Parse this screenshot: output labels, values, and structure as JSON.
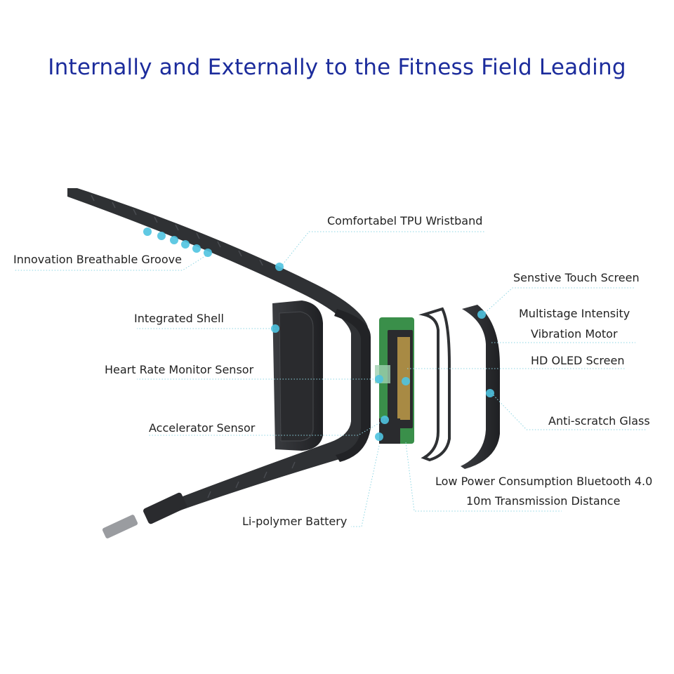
{
  "title": "Internally and Externally to the Fitness Field Leading",
  "labels": {
    "wristband": "Comfortabel TPU Wristband",
    "groove": "Innovation Breathable Groove",
    "touch": "Senstive Touch Screen",
    "shell": "Integrated Shell",
    "vibration1": "Multistage Intensity",
    "vibration2": "Vibration Motor",
    "oled": "HD OLED Screen",
    "heart": "Heart Rate Monitor Sensor",
    "glass": "Anti-scratch Glass",
    "accel": "Accelerator Sensor",
    "bt1": "Low Power Consumption Bluetooth 4.0",
    "bt2": "10m Transmission Distance",
    "battery": "Li-polymer Battery"
  },
  "colors": {
    "title": "#1c2c9c",
    "band": "#2f3134",
    "pcb": "#3a8f4a",
    "leader": "#8ed6e3",
    "dot": "#4fc3e0"
  }
}
